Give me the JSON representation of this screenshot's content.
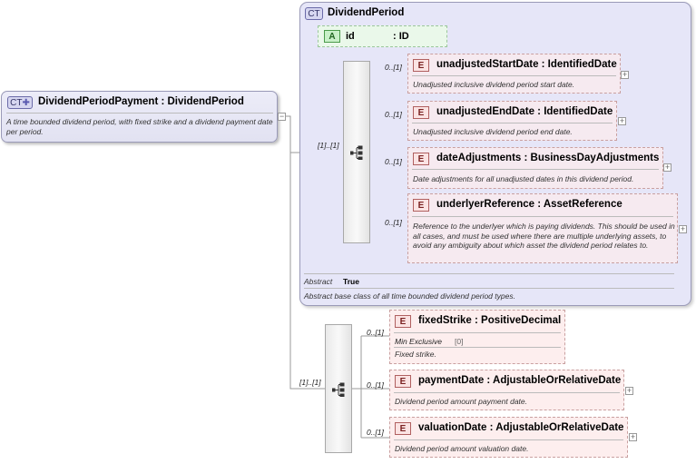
{
  "root": {
    "badge": "CT",
    "title": "DividendPeriodPayment : DividendPeriod",
    "description": "A time bounded dividend period, with fixed strike and a dividend payment date per period."
  },
  "base": {
    "badge": "CT",
    "title": "DividendPeriod",
    "attribute": {
      "badge": "A",
      "name": "id",
      "type": ": ID"
    },
    "sequence_occurrence": "[1]..[1]",
    "elements": [
      {
        "badge": "E",
        "occurrence": "0..[1]",
        "title": "unadjustedStartDate : IdentifiedDate",
        "description": "Unadjusted inclusive dividend period start date."
      },
      {
        "badge": "E",
        "occurrence": "0..[1]",
        "title": "unadjustedEndDate : IdentifiedDate",
        "description": "Unadjusted inclusive dividend period end date."
      },
      {
        "badge": "E",
        "occurrence": "0..[1]",
        "title": "dateAdjustments : BusinessDayAdjustments",
        "description": "Date adjustments for all unadjusted dates in this dividend period."
      },
      {
        "badge": "E",
        "occurrence": "0..[1]",
        "title": "underlyerReference : AssetReference",
        "description": "Reference to the underlyer which is paying dividends. This should be used in all cases, and must be used where there are multiple underlying assets, to avoid any ambiguity about which asset the dividend period relates to."
      }
    ],
    "abstract_label": "Abstract",
    "abstract_value": "True",
    "description": "Abstract base class of all time bounded dividend period types."
  },
  "extension": {
    "sequence_occurrence": "[1]..[1]",
    "elements": [
      {
        "badge": "E",
        "occurrence": "0..[1]",
        "title": "fixedStrike : PositiveDecimal",
        "facet_label": "Min Exclusive",
        "facet_value": "[0]",
        "description": "Fixed strike."
      },
      {
        "badge": "E",
        "occurrence": "0..[1]",
        "title": "paymentDate : AdjustableOrRelativeDate",
        "description": "Dividend period amount payment date."
      },
      {
        "badge": "E",
        "occurrence": "0..[1]",
        "title": "valuationDate : AdjustableOrRelativeDate",
        "description": "Dividend period amount valuation date."
      }
    ]
  },
  "icons": {
    "expand": "plus-icon",
    "collapse": "minus-icon",
    "sequence": "sequence-icon",
    "ct_extension": "ct-extension-icon"
  },
  "colors": {
    "complex_type_bg": "#e6e6f8",
    "element_bg": "#fdeeee",
    "attribute_bg": "#eaf8ea",
    "line": "#999999"
  }
}
